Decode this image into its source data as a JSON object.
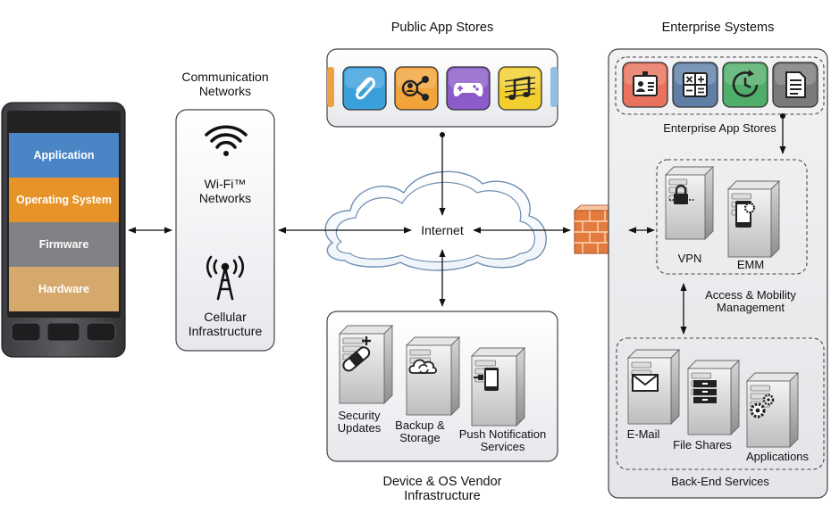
{
  "device": {
    "layers": [
      {
        "label": "Application",
        "color": "#4a86c6"
      },
      {
        "label": "Operating System",
        "color": "#e6932a"
      },
      {
        "label": "Firmware",
        "color": "#7f8184"
      },
      {
        "label": "Hardware",
        "color": "#d5a86c"
      }
    ]
  },
  "communication": {
    "title": "Communication\nNetworks",
    "wifi_label": "Wi-Fi™\nNetworks",
    "cellular_label": "Cellular\nInfrastructure"
  },
  "public_stores": {
    "title": "Public App Stores",
    "icons": [
      {
        "icon": "paperclip-icon",
        "color": "#3aa0dc"
      },
      {
        "icon": "share-user-icon",
        "color": "#f2a43a"
      },
      {
        "icon": "gamepad-icon",
        "color": "#8a5bc9"
      },
      {
        "icon": "music-note-icon",
        "color": "#f2cf2e"
      }
    ]
  },
  "internet": {
    "label": "Internet"
  },
  "vendor": {
    "title": "Device & OS Vendor\nInfrastructure",
    "servers": [
      {
        "label": "Security\nUpdates",
        "icon": "bandage-plus-icon"
      },
      {
        "label": "Backup &\nStorage",
        "icon": "cloud-sync-icon"
      },
      {
        "label": "Push Notification\nServices",
        "icon": "push-phone-icon"
      }
    ]
  },
  "enterprise": {
    "title": "Enterprise Systems",
    "app_stores_label": "Enterprise App Stores",
    "icons": [
      {
        "icon": "id-badge-icon",
        "color": "#e9725f"
      },
      {
        "icon": "calculator-icon",
        "color": "#5f7fa6"
      },
      {
        "icon": "clock-icon",
        "color": "#4fae6a"
      },
      {
        "icon": "document-icon",
        "color": "#7a7a7a"
      }
    ],
    "access_label": "Access & Mobility\nManagement",
    "vpn_label": "VPN",
    "emm_label": "EMM",
    "backend_label": "Back-End Services",
    "backend_servers": [
      {
        "label": "E-Mail",
        "icon": "envelope-icon"
      },
      {
        "label": "File Shares",
        "icon": "file-cabinet-icon"
      },
      {
        "label": "Applications",
        "icon": "gears-icon"
      }
    ]
  }
}
